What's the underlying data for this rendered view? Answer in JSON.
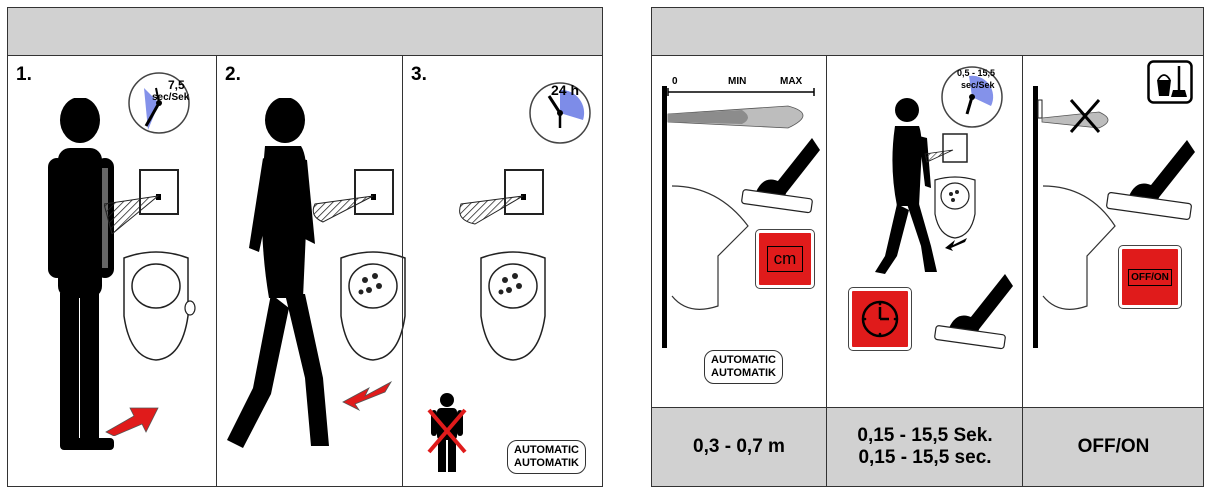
{
  "left_panel": {
    "steps": [
      {
        "number": "1.",
        "timer_value": "7,5",
        "timer_unit": "sec/Sek"
      },
      {
        "number": "2."
      },
      {
        "number": "3.",
        "timer_value": "24 h",
        "badge_line1": "AUTOMATIC",
        "badge_line2": "AUTOMATIK"
      }
    ]
  },
  "right_panel": {
    "range_scale": {
      "zero": "0",
      "min": "MIN",
      "max": "MAX"
    },
    "cells": [
      {
        "badge_line1": "AUTOMATIC",
        "badge_line2": "AUTOMATIK",
        "button_label": "cm",
        "bottom_text": "0,3 - 0,7 m"
      },
      {
        "timer_value": "0,5 - 15,5",
        "timer_unit": "sec/Sek",
        "bottom_line1": "0,15 - 15,5 Sek.",
        "bottom_line2": "0,15 - 15,5 sec."
      },
      {
        "button_label": "OFF/ON",
        "bottom_text": "OFF/ON",
        "icon": "cleaning-bucket-icon"
      }
    ]
  },
  "colors": {
    "header_gray": "#d1d1d1",
    "accent_red": "#e01b1b",
    "timer_blue": "#6f7fe6",
    "figure": "#000000"
  }
}
